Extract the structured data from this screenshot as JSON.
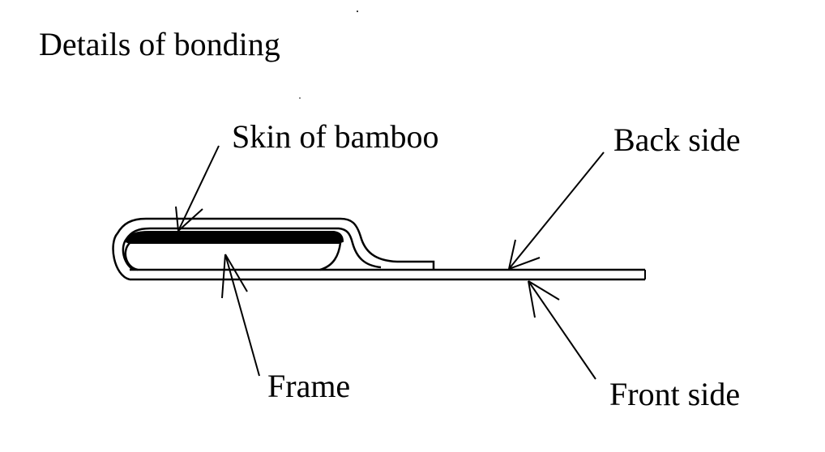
{
  "diagram": {
    "title": "Details of bonding",
    "labels": {
      "skin": "Skin of bamboo",
      "back": "Back side",
      "frame": "Frame",
      "front": "Front side"
    },
    "colors": {
      "ink": "#000000",
      "background": "#ffffff"
    }
  }
}
